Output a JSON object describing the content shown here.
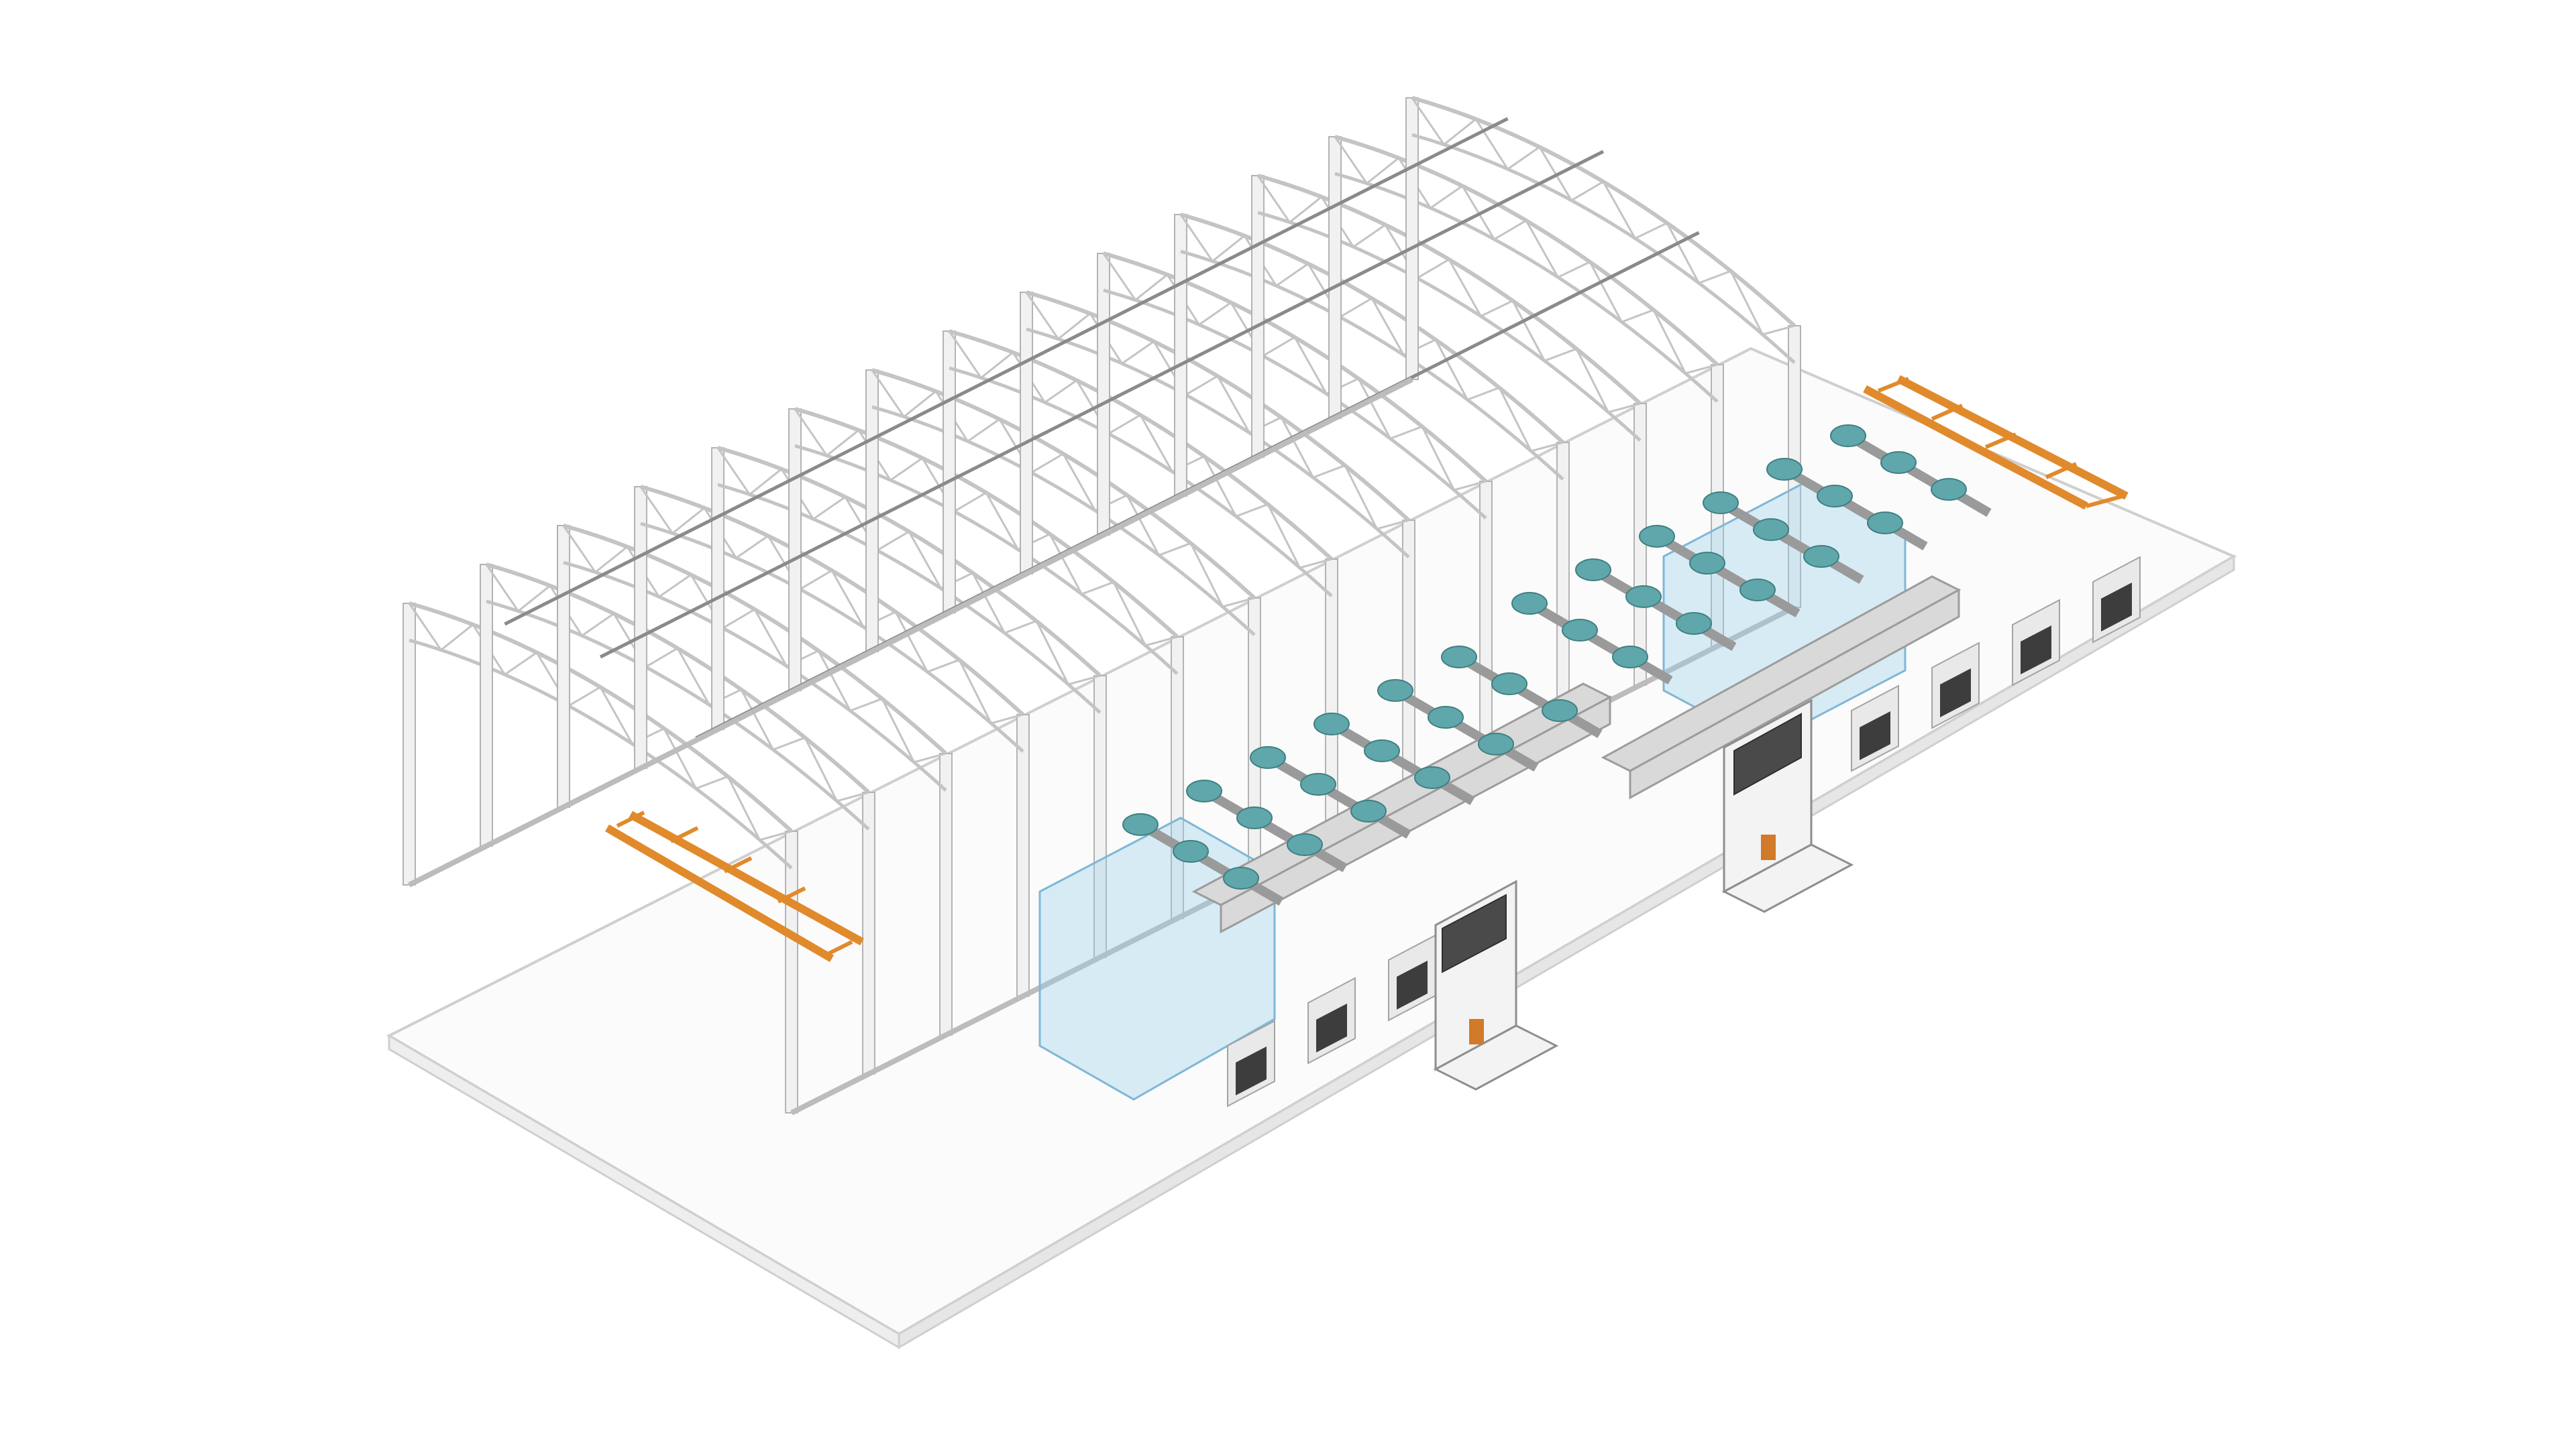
{
  "scene": {
    "bays": 13,
    "work_cells": 2,
    "hoods_per_cell": 18,
    "cranes": 2,
    "air_handling_units": 2,
    "colors": {
      "frame": "#f1f1f1",
      "frame_outline": "#b3b3b3",
      "crane": "#e08a2c",
      "hood": "#5fa7aa",
      "booth_glass": "#9fd0ec",
      "duct": "#d9d9d9",
      "unit_top": "#4a4a4a"
    }
  }
}
